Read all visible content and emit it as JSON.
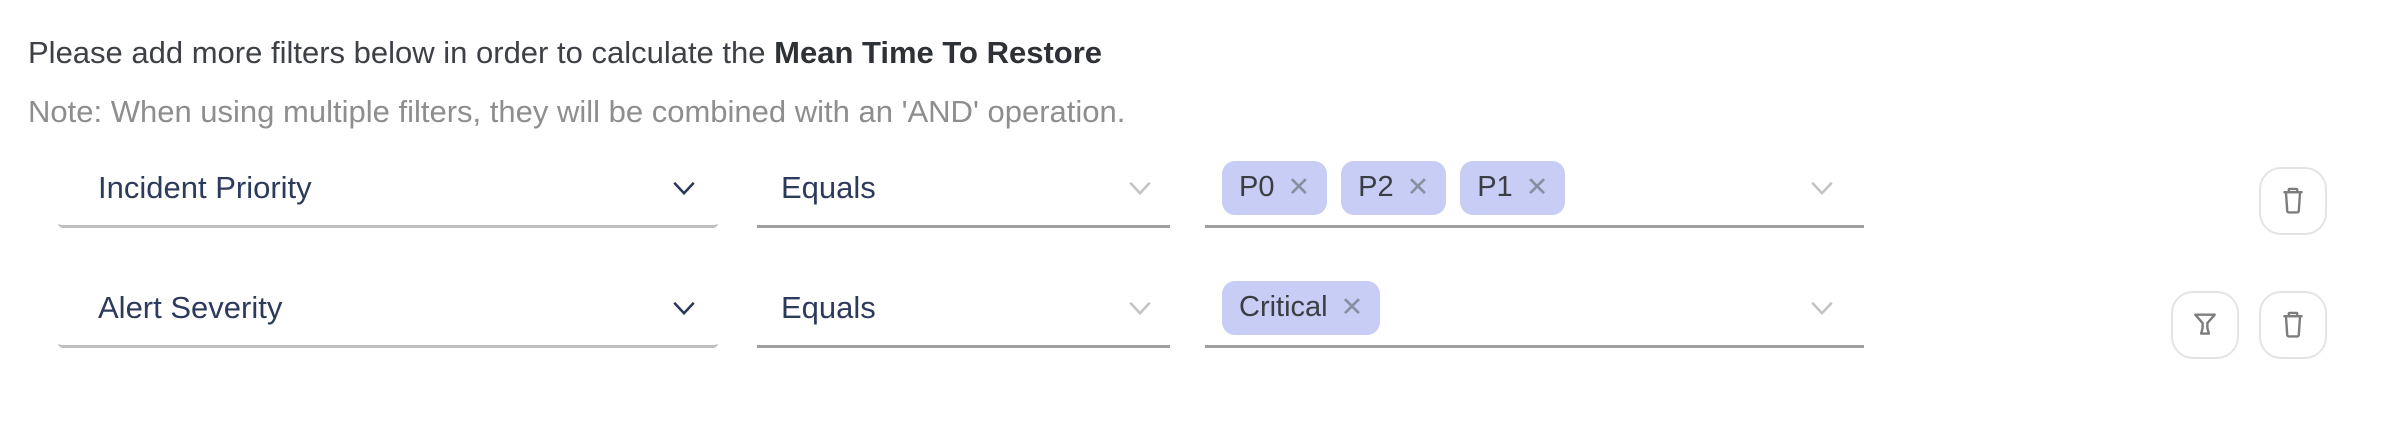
{
  "header": {
    "intro": "Please add more filters below in order to calculate the",
    "metric": "Mean Time To Restore",
    "note": "Note: When using multiple filters, they will be combined with an 'AND' operation."
  },
  "icons": {
    "remove_tag": "✕",
    "dropdown": "chevron-down",
    "delete": "trash",
    "filter": "funnel"
  },
  "colors": {
    "tag_background": "#c7cdf5",
    "select_label": "#2c3a5c",
    "note_text": "#8e8e8e",
    "underline": "#9f9f9f",
    "icon": "#7d7d7d"
  },
  "rows": [
    {
      "attribute": "Incident Priority",
      "operator": "Equals",
      "values": [
        "P0",
        "P2",
        "P1"
      ]
    },
    {
      "attribute": "Alert Severity",
      "operator": "Equals",
      "values": [
        "Critical"
      ]
    }
  ]
}
